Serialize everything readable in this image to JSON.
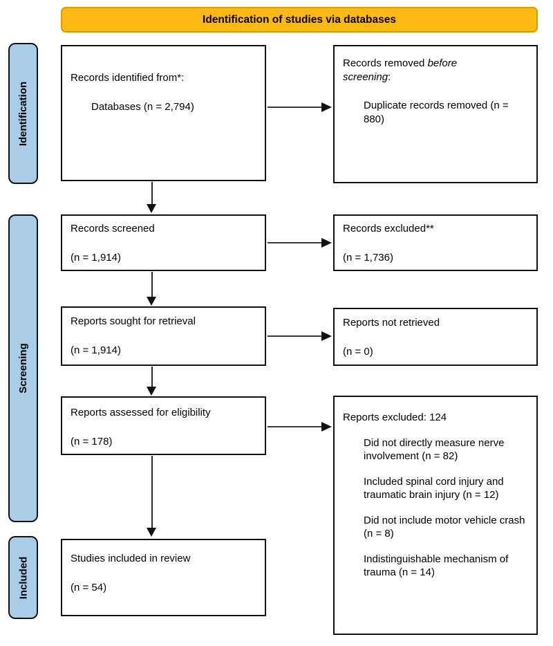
{
  "banner": {
    "title": "Identification of studies via databases"
  },
  "colors": {
    "banner_bg": "#FDB913",
    "sidebar_bg": "#A9CCE9",
    "box_border": "#111111",
    "background": "#ffffff"
  },
  "phases": {
    "identification": "Identification",
    "screening": "Screening",
    "included": "Included"
  },
  "boxes": {
    "identified": {
      "line1": "Records identified from*:",
      "line2": "Databases (n = 2,794)"
    },
    "removed": {
      "l1_prefix": "Records removed ",
      "l1_italic_word1": "before",
      "l1_italic_word2": "screening",
      "l1_suffix": ":",
      "line2": "Duplicate records removed (n = 880)"
    },
    "screened": {
      "line1": "Records screened",
      "line2": "(n = 1,914)"
    },
    "records_excluded": {
      "line1": "Records excluded**",
      "line2": "(n = 1,736)"
    },
    "sought": {
      "line1": "Reports sought for retrieval",
      "line2": "(n = 1,914)"
    },
    "not_retrieved": {
      "line1": "Reports not retrieved",
      "line2": "(n = 0)"
    },
    "assessed": {
      "line1": "Reports assessed for eligibility",
      "line2": "(n = 178)"
    },
    "reports_excluded": {
      "title": "Reports excluded: 124",
      "reasons": [
        "Did not directly measure nerve involvement (n = 82)",
        "Included spinal cord injury and traumatic brain injury (n = 12)",
        "Did not include motor vehicle crash (n = 8)",
        "Indistinguishable mechanism of trauma (n = 14)"
      ]
    },
    "included_in_review": {
      "line1": "Studies included in review",
      "line2": "(n = 54)"
    }
  }
}
